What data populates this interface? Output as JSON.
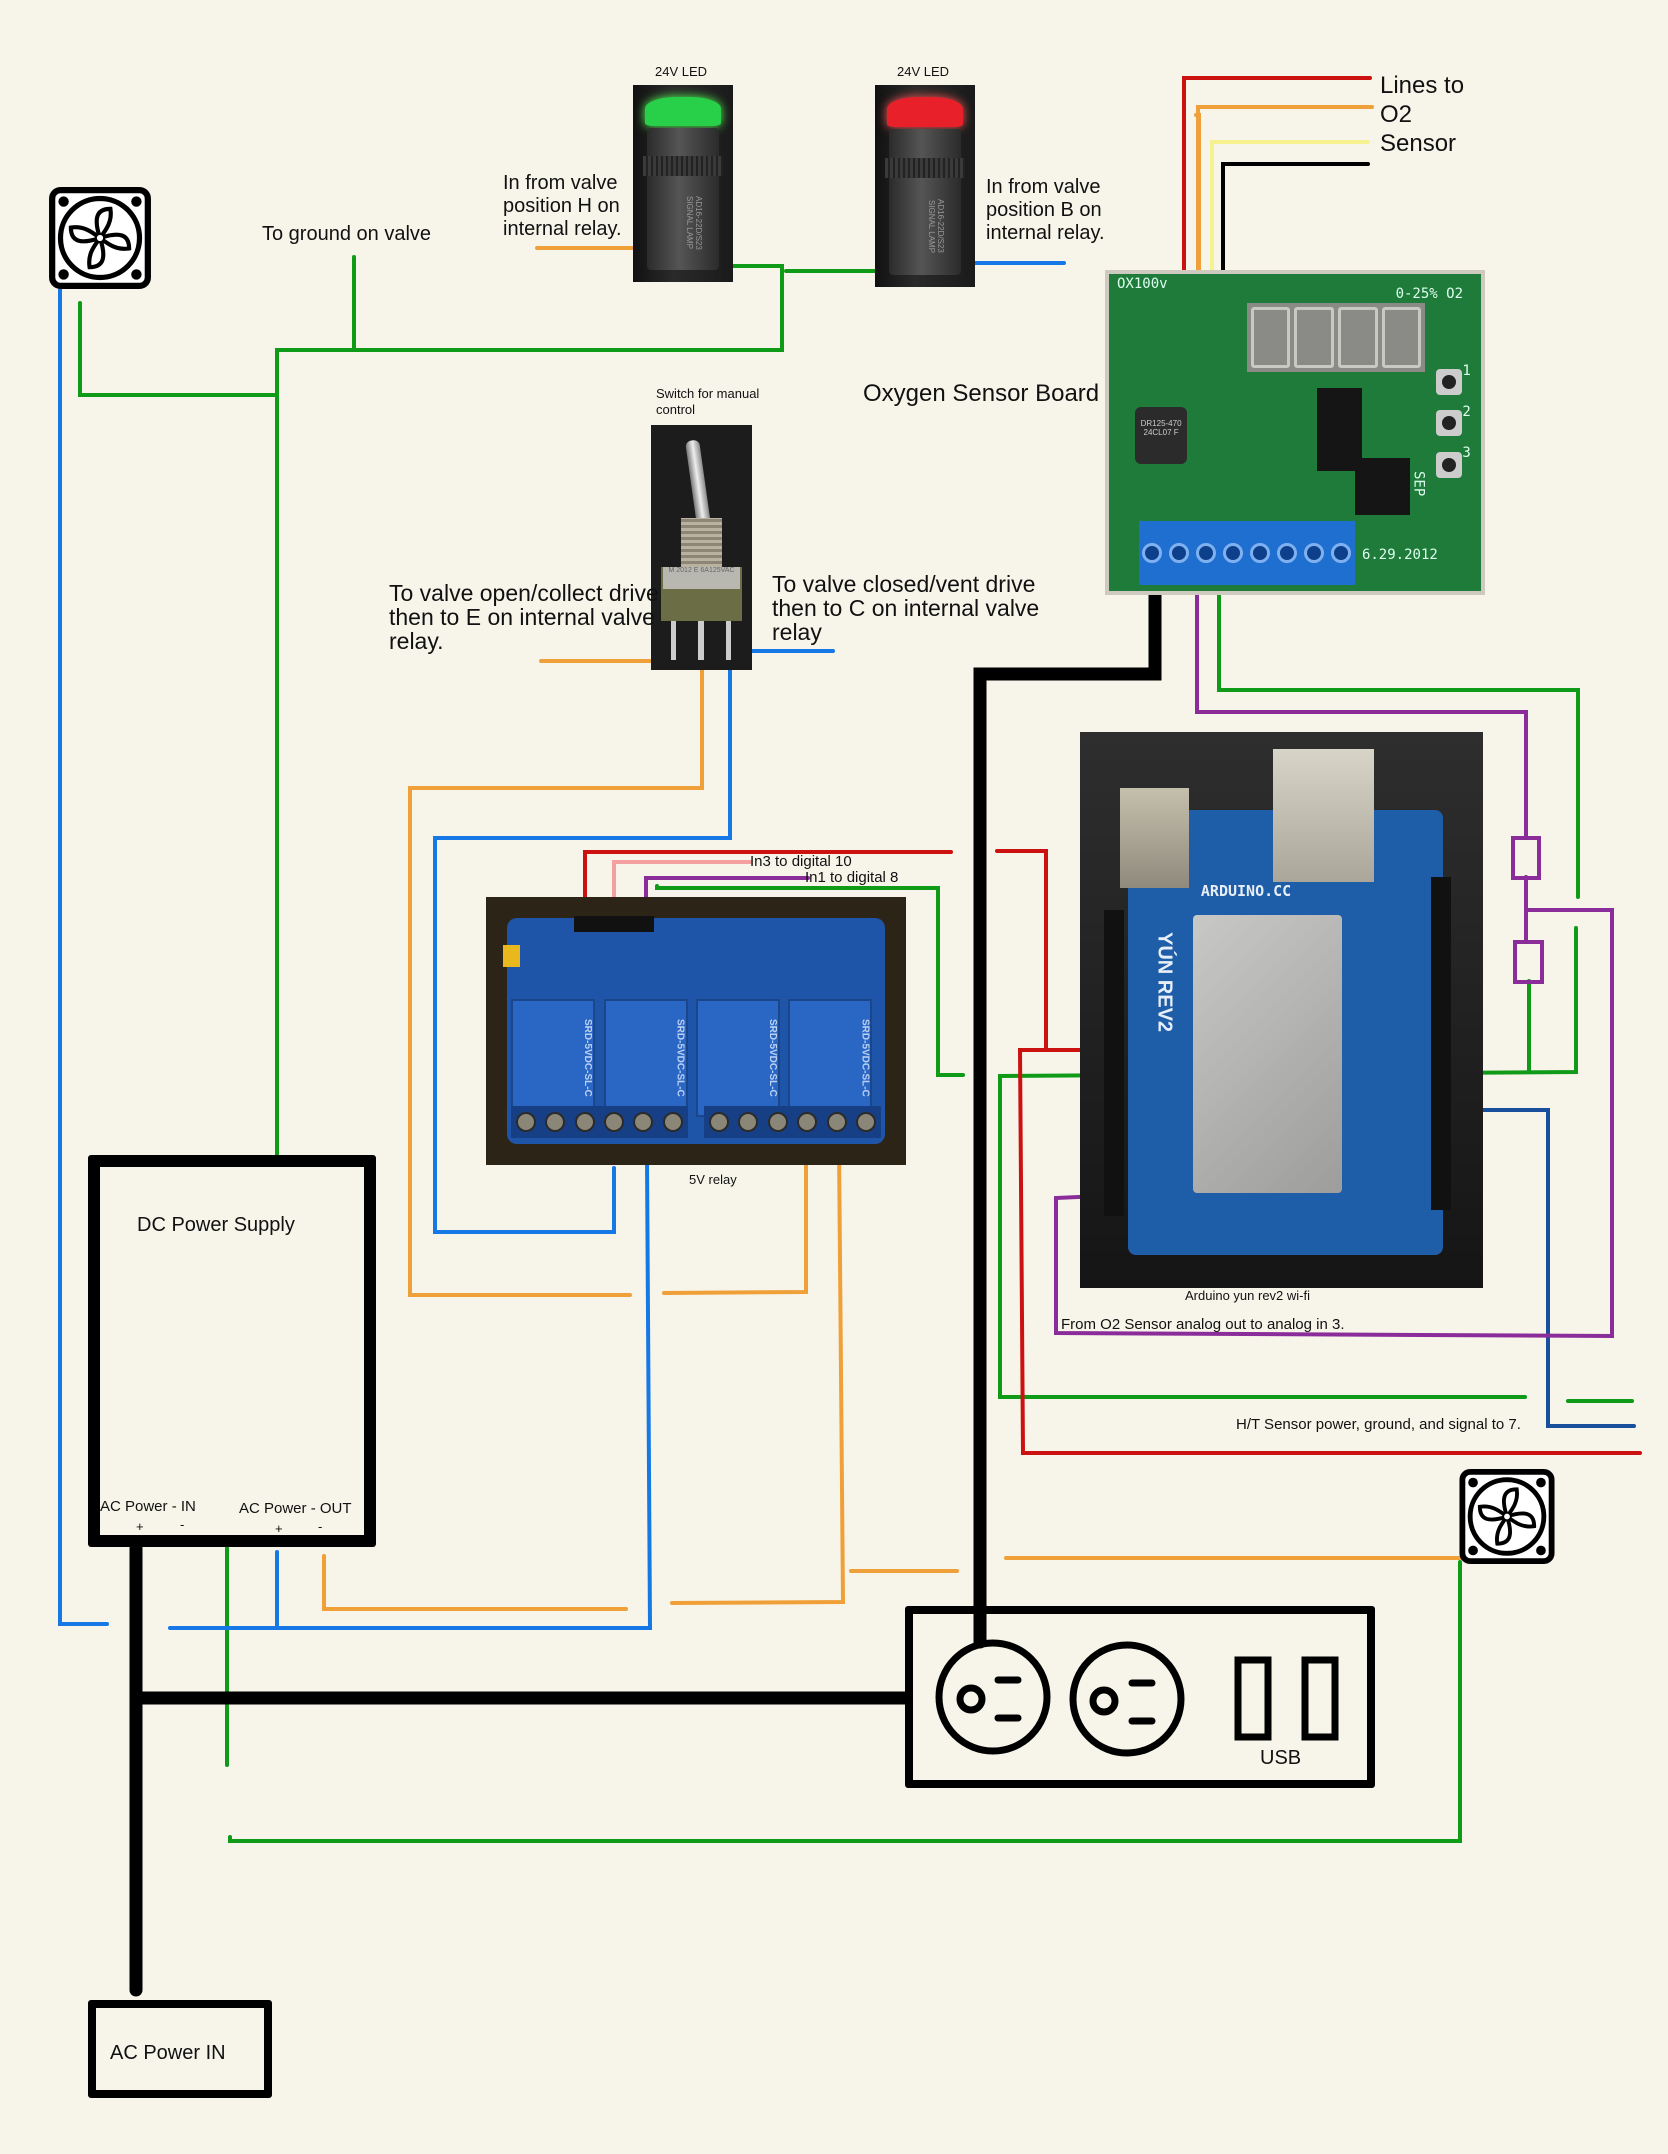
{
  "diagram": {
    "title": "Oxygen monitoring / valve control wiring diagram",
    "colors": {
      "background": "#f7f5ea",
      "wire_green": "#0f9a17",
      "wire_blue": "#1677e6",
      "wire_dark_blue": "#1a4f9e",
      "wire_orange": "#f0a038",
      "wire_red": "#cc1111",
      "wire_pink": "#f4a0a0",
      "wire_purple": "#8a2c9a",
      "wire_yellow": "#f7f290",
      "wire_black": "#000000"
    }
  },
  "components": {
    "led_green": {
      "label": "24V LED",
      "color": "#28d04a",
      "print": "AD16-22D/S23 SIGNAL LAMP"
    },
    "led_red": {
      "label": "24V LED",
      "color": "#e8202a",
      "print": "AD16-22D/S23 SIGNAL LAMP"
    },
    "o2_board": {
      "label": "Oxygen Sensor Board",
      "model_text": "OX100v",
      "range_text": "0-25% O2",
      "date_text": "6.29.2012",
      "inductor_text": "DR125-470 24CL07 F",
      "button_labels": [
        "1",
        "2",
        "3"
      ],
      "side_text": "SEP"
    },
    "switch": {
      "label": "Switch for manual control",
      "print": "M 2012 E 6A125VAC"
    },
    "relay": {
      "label": "5V relay",
      "relay_print": "SRD-5VDC-SL-C"
    },
    "arduino": {
      "label": "Arduino yun rev2 wi-fi",
      "board_text": "ARDUINO.CC",
      "model_text": "YÚN REV2"
    },
    "dc_power_supply": {
      "label": "DC Power Supply",
      "ac_in_label": "AC Power - IN",
      "ac_out_label": "AC Power - OUT",
      "plus": "+",
      "minus": "-"
    },
    "power_strip": {
      "usb_label": "USB"
    },
    "ac_power_in": {
      "label": "AC Power IN"
    }
  },
  "annotations": {
    "o2_lines": [
      "Lines to",
      "O2",
      "Sensor"
    ],
    "ground_on_valve": "To ground on valve",
    "valve_h": [
      "In from valve",
      "position H on",
      "internal relay."
    ],
    "valve_b": [
      "In from valve",
      "position B on",
      "internal relay."
    ],
    "valve_open": [
      "To valve open/collect drive",
      "then to E on internal valve",
      "relay."
    ],
    "valve_closed": [
      "To valve closed/vent drive",
      "then to C on internal valve",
      "relay"
    ],
    "in3": "In3 to digital 10",
    "in1": "In1 to digital 8",
    "o2_analog": "From O2 Sensor analog out to analog in 3.",
    "ht_sensor": "H/T Sensor power, ground, and signal to 7."
  }
}
